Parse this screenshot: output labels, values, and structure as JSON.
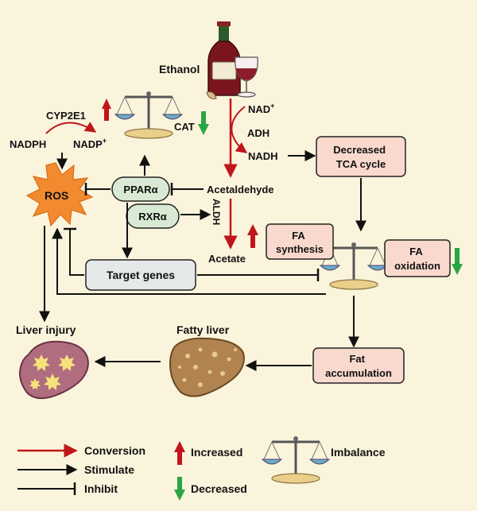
{
  "labels": {
    "ethanol": "Ethanol",
    "nad_base": "NAD",
    "nad_sup": "+",
    "adh": "ADH",
    "nadh": "NADH",
    "cyp2e1": "CYP2E1",
    "nadph": "NADPH",
    "nadp_base": "NADP",
    "nadp_sup": "+",
    "cat": "CAT",
    "ros": "ROS",
    "ppar": "PPARα",
    "rxr": "RXRα",
    "acetaldehyde": "Acetaldehyde",
    "aldh": "ALDH",
    "acetate": "Acetate",
    "tca_line1": "Decreased",
    "tca_line2": "TCA cycle",
    "fa_syn_line1": "FA",
    "fa_syn_line2": "synthesis",
    "fa_ox_line1": "FA",
    "fa_ox_line2": "oxidation",
    "target_genes": "Target genes",
    "liver_injury": "Liver injury",
    "fatty_liver": "Fatty liver",
    "fat_acc_line1": "Fat",
    "fat_acc_line2": "accumulation"
  },
  "legend": {
    "conversion": "Conversion",
    "stimulate": "Stimulate",
    "inhibit": "Inhibit",
    "increased": "Increased",
    "decreased": "Decreased",
    "imbalance": "Imbalance"
  },
  "colors": {
    "background": "#fbf4dc",
    "conversion": "#c0161b",
    "increased": "#c0161b",
    "decreased": "#2aa544",
    "box_fill": "#f9d9cd",
    "receptor_fill": "#d8ead3",
    "ros_burst": "#f28b30",
    "fatty_liver": "#b08350",
    "injured_liver": "#b06d80"
  }
}
